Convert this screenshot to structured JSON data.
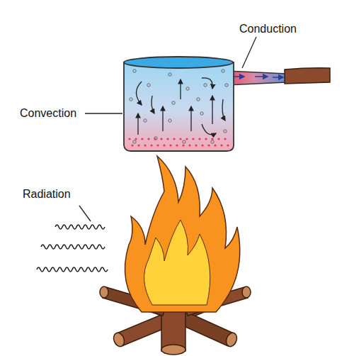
{
  "diagram": {
    "labels": [
      "Conduction",
      "Convection",
      "Radiation"
    ]
  }
}
